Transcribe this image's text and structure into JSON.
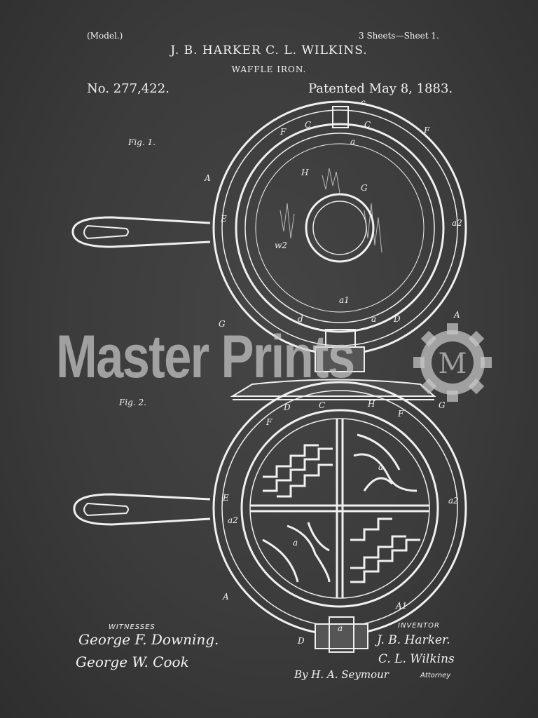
{
  "header": {
    "model": "(Model.)",
    "sheets": "3 Sheets—Sheet 1.",
    "inventors": "J. B. HARKER C. L. WILKINS.",
    "title": "WAFFLE IRON.",
    "patent_number": "No. 277,422.",
    "patent_date": "Patented May 8, 1883."
  },
  "figures": {
    "fig1": "Fig. 1.",
    "fig2": "Fig. 2."
  },
  "part_labels": [
    "c",
    "C",
    "C",
    "F",
    "F",
    "a",
    "A",
    "H",
    "G",
    "E",
    "a2",
    "w2",
    "a1",
    "G",
    "A",
    "d",
    "D",
    "a",
    "G",
    "D",
    "C",
    "H",
    "F",
    "F",
    "E",
    "a2",
    "a2",
    "a",
    "a",
    "A",
    "A1",
    "a",
    "D"
  ],
  "signatures": {
    "witnesses_label": "WITNESSES",
    "witness_1": "George F. Downing.",
    "witness_2": "George W. Cook",
    "inventor_label": "INVENTOR",
    "inventor_1": "J. B. Harker.",
    "inventor_2": "C. L. Wilkins",
    "attorney": "By H. A. Seymour",
    "attorney_label": "Attorney"
  },
  "watermark": {
    "text": "Master Prints",
    "logo_letter": "M"
  },
  "colors": {
    "background": "#3a3a3a",
    "ink": "#f2f2f2",
    "watermark": "#c8c8c8"
  }
}
